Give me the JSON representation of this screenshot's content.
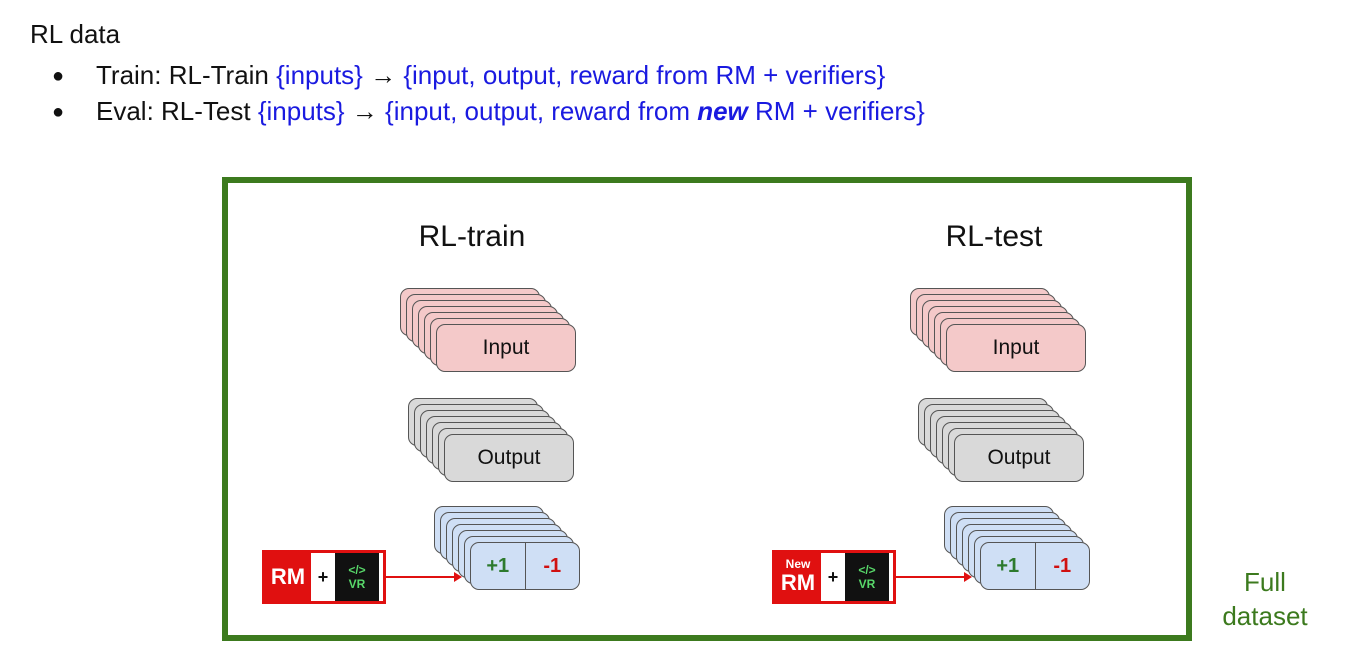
{
  "heading": "RL data",
  "bullets": [
    {
      "lead": "Train: RL-Train ",
      "inputs": "{inputs}",
      "arrow": " → ",
      "out_start": "{input, output, reward from ",
      "new_word": "",
      "out_end": "RM + verifiers}"
    },
    {
      "lead": "Eval: RL-Test ",
      "inputs": "{inputs}",
      "arrow": " → ",
      "out_start": "{input, output, reward from ",
      "new_word": "new",
      "out_end": " RM + verifiers}"
    }
  ],
  "columns": [
    {
      "title": "RL-train",
      "input_label": "Input",
      "output_label": "Output",
      "reward_plus": "+1",
      "reward_minus": "-1",
      "rm_new": "",
      "rm_label": "RM",
      "plus_sign": "+",
      "vr_code": "</>",
      "vr_label": "VR"
    },
    {
      "title": "RL-test",
      "input_label": "Input",
      "output_label": "Output",
      "reward_plus": "+1",
      "reward_minus": "-1",
      "rm_new": "New",
      "rm_label": "RM",
      "plus_sign": "+",
      "vr_code": "</>",
      "vr_label": "VR"
    }
  ],
  "full_dataset_label": [
    "Full",
    "dataset"
  ],
  "colors": {
    "frame": "#3c7a1e",
    "input_card": "#f4c9c9",
    "output_card": "#d9d9d9",
    "reward_card": "#cfdff5",
    "rm_red": "#e01010",
    "vr_green": "#58d86a",
    "highlight_blue": "#1a1ae0"
  }
}
